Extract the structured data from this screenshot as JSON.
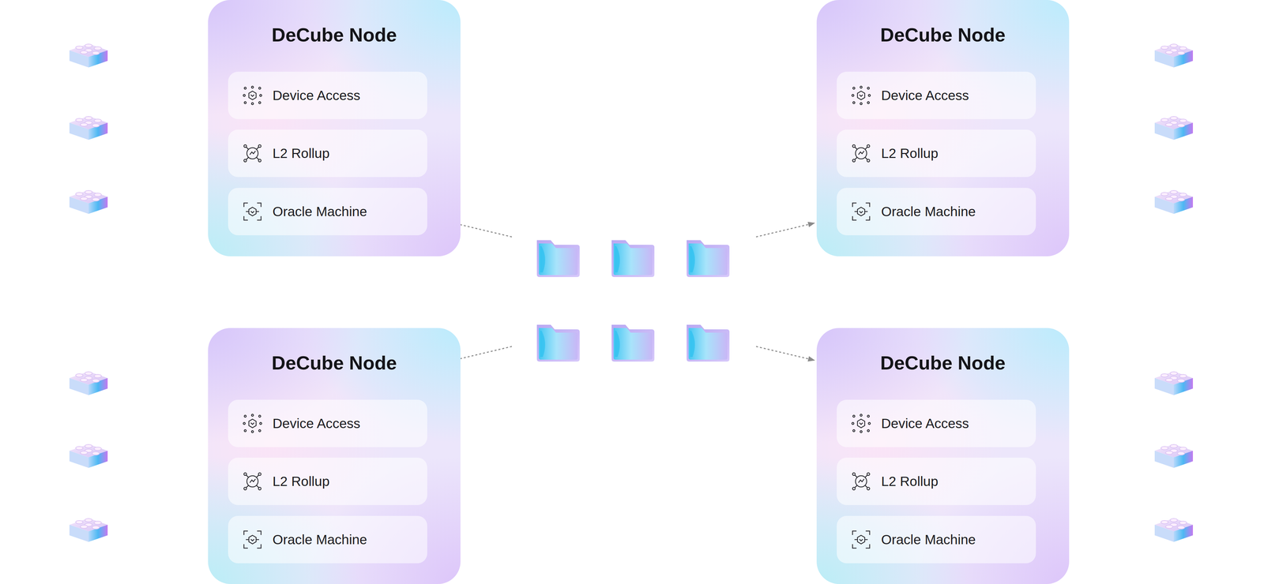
{
  "diagram": {
    "nodes": [
      {
        "text": [
          "DeCube Node"
        ]
      },
      {
        "text": [
          "Device Access"
        ],
        "in": 0
      },
      {
        "text": [
          "L2 Rollup"
        ],
        "in": 0
      },
      {
        "text": [
          "Oracle Machine"
        ],
        "in": 0
      },
      {
        "text": [
          "DeCube Node"
        ]
      },
      {
        "text": [
          "Device Access"
        ],
        "in": 4
      },
      {
        "text": [
          "L2 Rollup"
        ],
        "in": 4
      },
      {
        "text": [
          "Oracle Machine"
        ],
        "in": 4
      },
      {
        "text": [
          "DeCube Node"
        ]
      },
      {
        "text": [
          "Device Access"
        ],
        "in": 8
      },
      {
        "text": [
          "L2 Rollup"
        ],
        "in": 8
      },
      {
        "text": [
          "Oracle Machine"
        ],
        "in": 8
      },
      {
        "text": [
          "DeCube Node"
        ]
      },
      {
        "text": [
          "Device Access"
        ],
        "in": 12
      },
      {
        "text": [
          "L2 Rollup"
        ],
        "in": 12
      },
      {
        "text": [
          "Oracle Machine"
        ],
        "in": 12
      }
    ]
  }
}
